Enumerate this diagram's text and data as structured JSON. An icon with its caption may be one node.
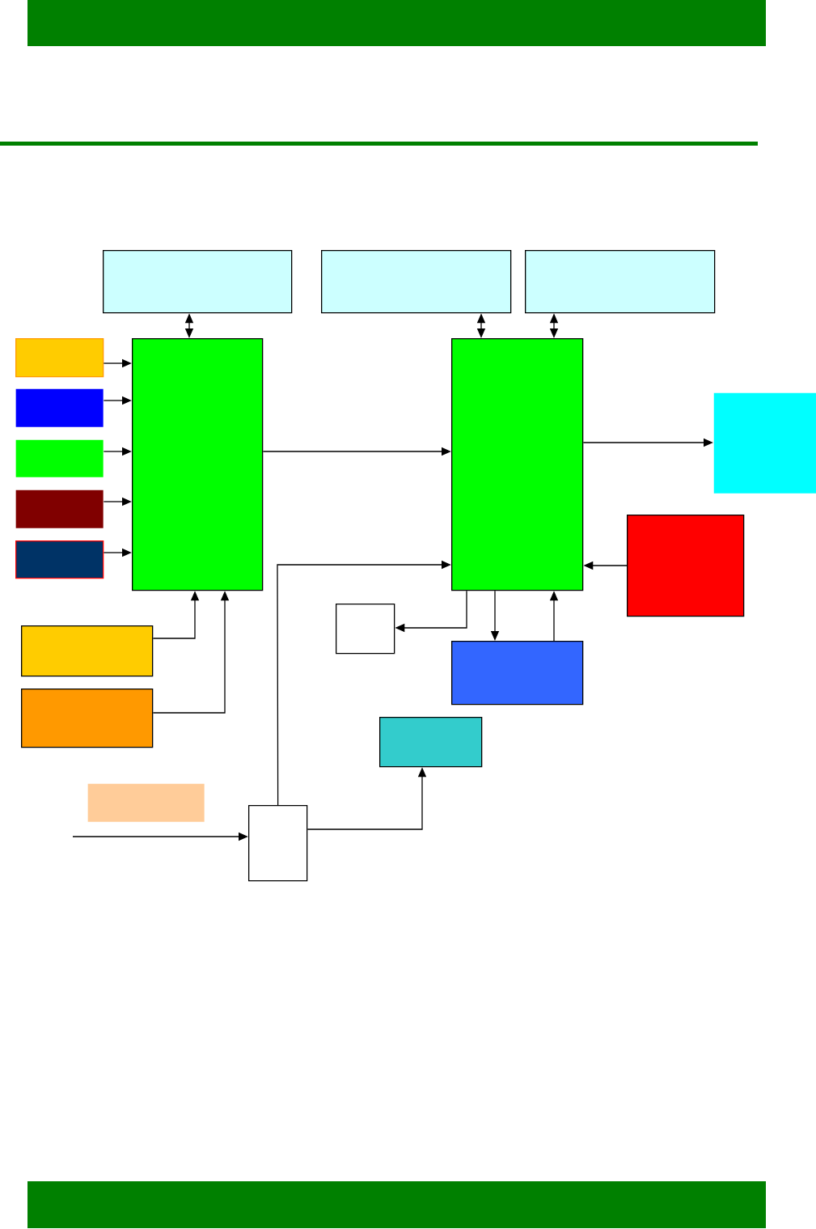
{
  "diagram": {
    "nodes": [
      {
        "text": [],
        "shape": "box"
      },
      {
        "text": [],
        "shape": "box"
      },
      {
        "text": [],
        "shape": "box"
      },
      {
        "text": [],
        "shape": "box"
      },
      {
        "text": [],
        "shape": "box"
      },
      {
        "text": [],
        "shape": "box"
      },
      {
        "text": [],
        "shape": "box"
      },
      {
        "text": [],
        "shape": "box"
      },
      {
        "text": [],
        "shape": "box"
      },
      {
        "text": [],
        "shape": "box"
      },
      {
        "text": [],
        "shape": "box"
      },
      {
        "text": [],
        "shape": "box"
      },
      {
        "text": [],
        "shape": "box"
      },
      {
        "text": [],
        "shape": "box"
      },
      {
        "text": [],
        "shape": "box"
      },
      {
        "text": [],
        "shape": "box"
      },
      {
        "text": [],
        "shape": "box"
      },
      {
        "text": [],
        "shape": "box"
      },
      {
        "text": [],
        "shape": "box"
      }
    ],
    "edges": [
      {
        "from": 0,
        "to": 4,
        "arrow": "both"
      },
      {
        "from": 1,
        "to": 5,
        "arrow": "both"
      },
      {
        "from": 2,
        "to": 5,
        "arrow": "both"
      },
      {
        "from": 3,
        "to": 4,
        "arrow": "to"
      },
      {
        "from": 6,
        "to": 4,
        "arrow": "to"
      },
      {
        "from": 7,
        "to": 4,
        "arrow": "to"
      },
      {
        "from": 9,
        "to": 4,
        "arrow": "to"
      },
      {
        "from": 11,
        "to": 4,
        "arrow": "to"
      },
      {
        "from": 4,
        "to": 5,
        "arrow": "to"
      },
      {
        "from": 5,
        "to": 8,
        "arrow": "to"
      },
      {
        "from": 10,
        "to": 5,
        "arrow": "to"
      },
      {
        "from": 13,
        "to": 4,
        "arrow": "to"
      },
      {
        "from": 15,
        "to": 4,
        "arrow": "to"
      },
      {
        "from": 5,
        "to": 12,
        "arrow": "to"
      },
      {
        "from": 5,
        "to": 14,
        "arrow": "to"
      },
      {
        "from": 14,
        "to": 5,
        "arrow": "to"
      },
      {
        "from": 18,
        "to": 5,
        "arrow": "to"
      },
      {
        "from": 18,
        "to": 16,
        "arrow": "to"
      },
      {
        "from": null,
        "to": 18,
        "arrow": "to"
      }
    ]
  }
}
